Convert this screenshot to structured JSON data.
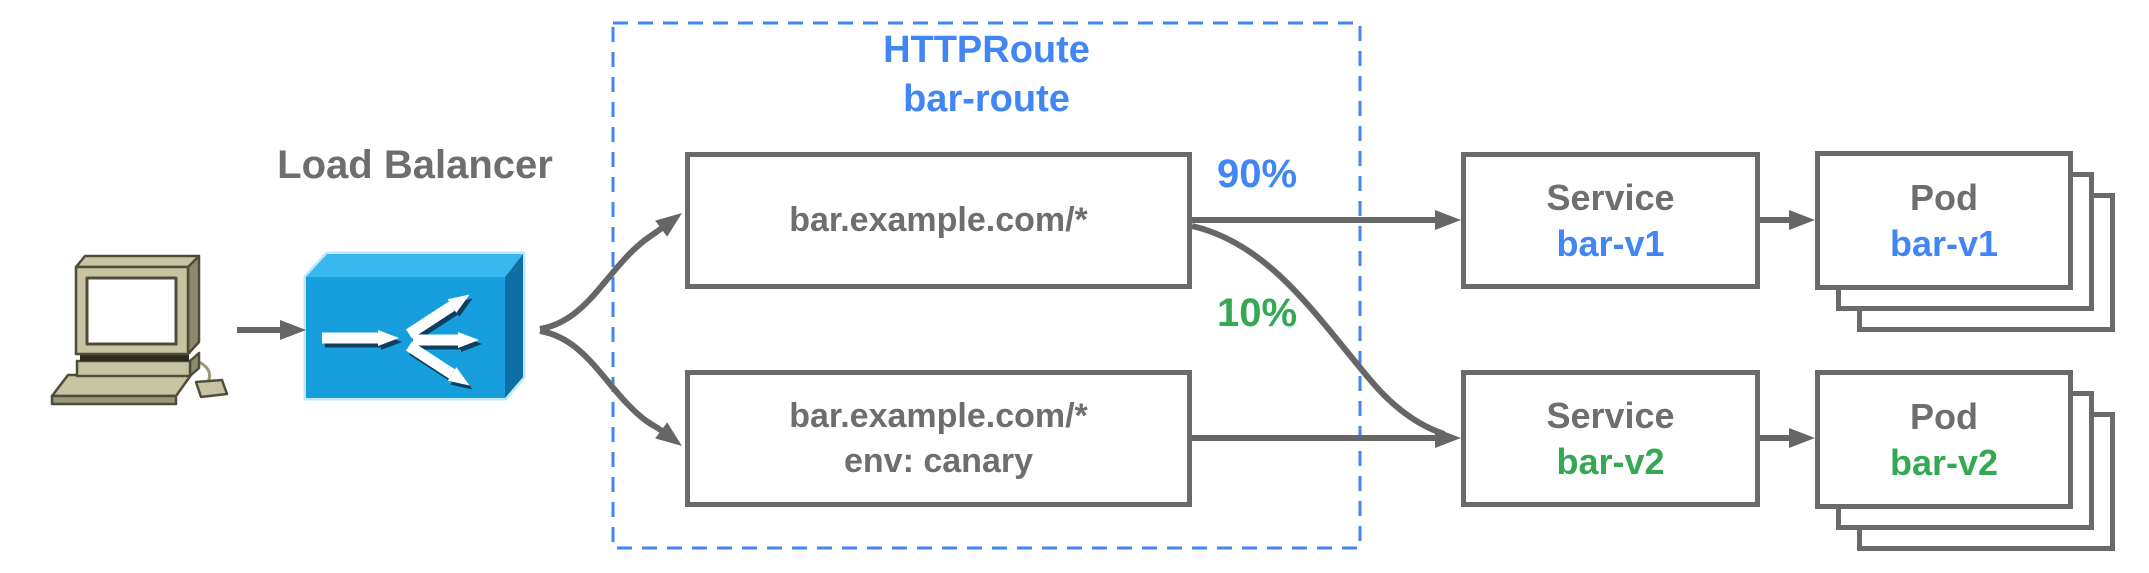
{
  "colors": {
    "blue": "#4285F4",
    "green": "#34A853",
    "gray_text": "#6E6E6E",
    "box_border": "#6A6A6A",
    "arrow": "#666666",
    "lb_front": "#179FDD",
    "lb_top": "#38B8EE",
    "lb_side": "#0D6FA3",
    "computer_body": "#C6C4A3"
  },
  "client": {
    "icon": "desktop-computer-icon"
  },
  "load_balancer": {
    "label": "Load Balancer",
    "icon": "load-balancer-icon"
  },
  "http_route": {
    "title_line1": "HTTPRoute",
    "title_line2": "bar-route",
    "rules": [
      {
        "match_line1": "bar.example.com/*",
        "match_line2": ""
      },
      {
        "match_line1": "bar.example.com/*",
        "match_line2": "env: canary"
      }
    ]
  },
  "weights": [
    {
      "value": "90%",
      "color": "#4285F4"
    },
    {
      "value": "10%",
      "color": "#34A853"
    }
  ],
  "services": [
    {
      "kind": "Service",
      "name": "bar-v1",
      "name_color": "#4285F4"
    },
    {
      "kind": "Service",
      "name": "bar-v2",
      "name_color": "#34A853"
    }
  ],
  "pods": [
    {
      "kind": "Pod",
      "name": "bar-v1",
      "name_color": "#4285F4",
      "replicas_shown": 3
    },
    {
      "kind": "Pod",
      "name": "bar-v2",
      "name_color": "#34A853",
      "replicas_shown": 3
    }
  ]
}
